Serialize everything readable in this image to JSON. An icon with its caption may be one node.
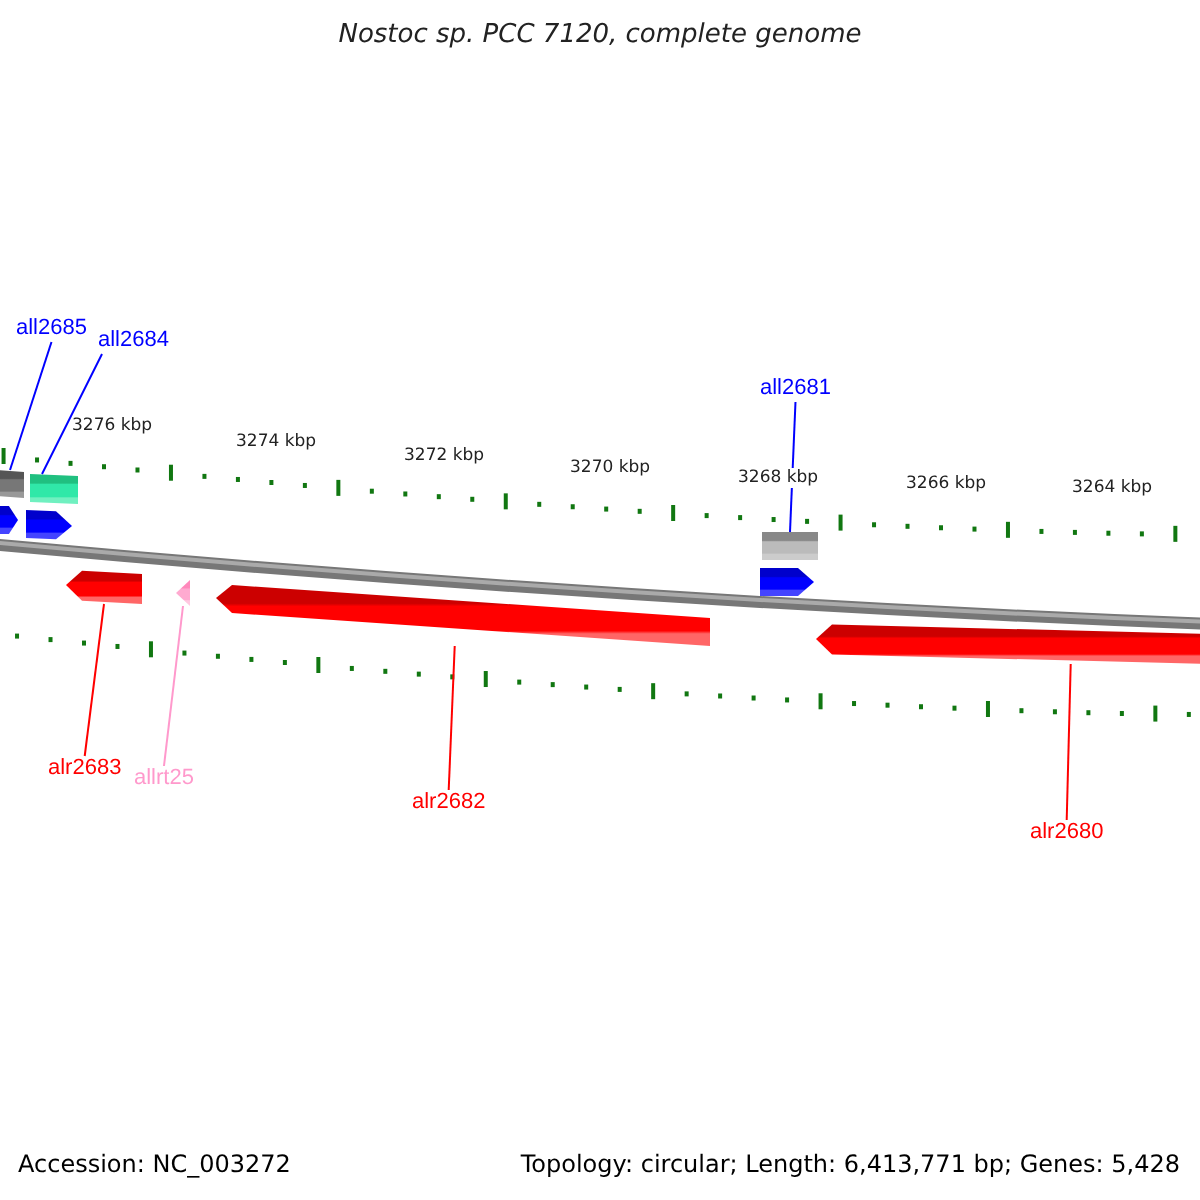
{
  "diagram": {
    "title": "Nostoc sp. PCC 7120, complete genome",
    "nodes": [
      {
        "text": [
          "all2685"
        ]
      },
      {
        "text": [
          "all2684"
        ]
      },
      {
        "text": [
          "all2681"
        ]
      },
      {
        "text": [
          "alr2683"
        ]
      },
      {
        "text": [
          "allrt25"
        ]
      },
      {
        "text": [
          "alr2682"
        ]
      },
      {
        "text": [
          "alr2680"
        ]
      },
      {
        "text": [],
        "shape": "box"
      },
      {
        "text": [],
        "shape": "box"
      },
      {
        "text": [],
        "shape": "arrow"
      },
      {
        "text": [],
        "shape": "arrow"
      },
      {
        "text": [],
        "shape": "box"
      },
      {
        "text": [],
        "shape": "arrow"
      },
      {
        "text": [],
        "shape": "arrow"
      },
      {
        "text": [],
        "shape": "triangle"
      },
      {
        "text": [],
        "shape": "arrow"
      },
      {
        "text": [],
        "shape": "arrow"
      }
    ],
    "edges": [
      {
        "from": 0,
        "to": 7,
        "arrow": "none",
        "color": "#0000ff"
      },
      {
        "from": 1,
        "to": 8,
        "arrow": "none",
        "color": "#0000ff"
      },
      {
        "from": 2,
        "to": 11,
        "arrow": "none",
        "color": "#0000ff"
      },
      {
        "from": 3,
        "to": 13,
        "arrow": "none",
        "color": "#ff0000"
      },
      {
        "from": 4,
        "to": 14,
        "arrow": "none",
        "color": "#ff99cc"
      },
      {
        "from": 5,
        "to": 15,
        "arrow": "none",
        "color": "#ff0000"
      },
      {
        "from": 6,
        "to": 16,
        "arrow": "none",
        "color": "#ff0000"
      }
    ],
    "labels": [
      "3276 kbp",
      "3274 kbp",
      "3272 kbp",
      "3270 kbp",
      "3268 kbp",
      "3266 kbp",
      "3264 kbp",
      "Accession: NC_003272",
      "Topology: circular; Length: 6,413,771 bp; Genes: 5,428"
    ]
  }
}
